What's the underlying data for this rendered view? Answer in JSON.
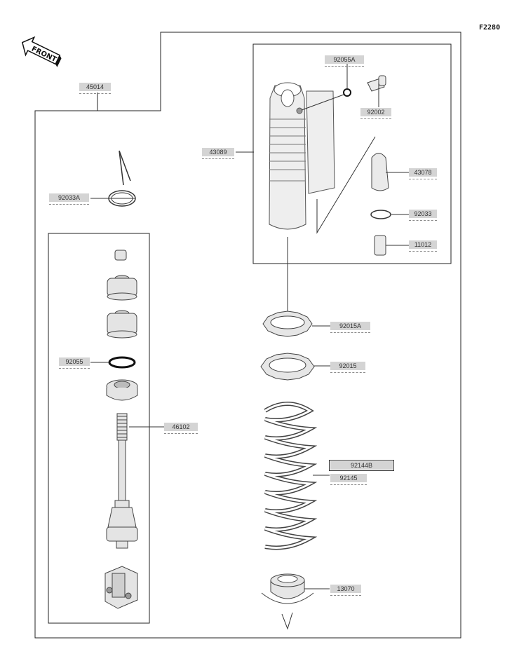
{
  "figure_code": "F2280",
  "front_label": "FRONT",
  "parts": {
    "assembly_45014": "45014",
    "reservoir_43089": "43089",
    "oring_92055A": "92055A",
    "bolt_92002": "92002",
    "bladder_43078": "43078",
    "circlip_92033": "92033",
    "valve_11012": "11012",
    "circlip_92033A": "92033A",
    "oring_92055": "92055",
    "rod_46102": "46102",
    "nut_92015A": "92015A",
    "nut_92015": "92015",
    "spring_92144B": "92144B",
    "spring_92145": "92145",
    "seat_13070": "13070"
  }
}
